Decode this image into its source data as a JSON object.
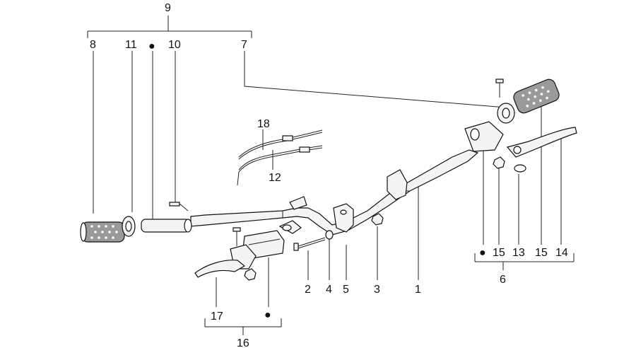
{
  "diagram": {
    "callouts": {
      "c1": "1",
      "c2": "2",
      "c3": "3",
      "c4": "4",
      "c5": "5",
      "c6": "6",
      "c7": "7",
      "c8": "8",
      "c9": "9",
      "c10": "10",
      "c11": "11",
      "c12": "12",
      "c13": "13",
      "c14": "14",
      "c15a": "15",
      "c15b": "15",
      "c16": "16",
      "c17": "17",
      "c18": "18"
    },
    "marker_symbol": "●",
    "colors": {
      "line": "#222222",
      "part_fill": "#f4f4f4",
      "grip_fill": "#9a9a9a"
    }
  }
}
